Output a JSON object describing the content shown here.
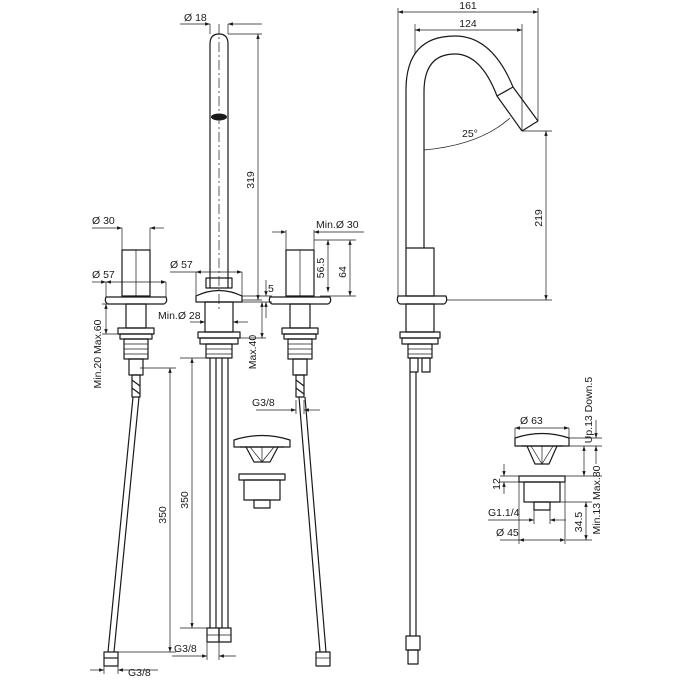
{
  "colors": {
    "line": "#1a1a1a",
    "background": "#ffffff"
  },
  "labels": {
    "dia_18": "Ø 18",
    "dim_319": "319",
    "dim_161": "161",
    "dim_124": "124",
    "angle_25": "25°",
    "dim_219": "219",
    "dia_30_left": "Ø 30",
    "dia_57_left": "Ø 57",
    "min_max_left": "Min.20  Max.60",
    "dim_350_left": "350",
    "g38_bottom_left": "G3/8",
    "dia_57_center": "Ø 57",
    "min_dia_28": "Min.Ø 28",
    "dim_5": "5",
    "max_40": "Max.40",
    "dim_350_center": "350",
    "g38_bottom_center": "G3/8",
    "min_dia_30": "Min.Ø 30",
    "dim_56_5": "56.5",
    "dim_64": "64",
    "g38_right_handle": "G3/8",
    "dia_63": "Ø 63",
    "up13_down5": "Up.13  Down.5",
    "dim_12": "12",
    "min13_max80": "Min.13  Max.80",
    "g1_1_4": "G1.1/4",
    "dim_34_5": "34.5",
    "dia_45": "Ø 45"
  }
}
